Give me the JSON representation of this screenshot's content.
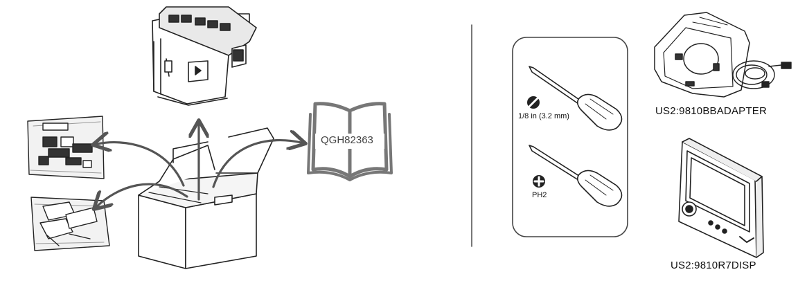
{
  "manual": {
    "code": "QGH82363"
  },
  "tools": [
    {
      "size_label": "1/8 in (3.2 mm)",
      "icon": "slotted-screwdriver-icon"
    },
    {
      "size_label": "PH2",
      "icon": "phillips-screwdriver-icon"
    }
  ],
  "accessories": [
    {
      "part_number": "US2:9810BBADAPTER",
      "icon": "backplate-adapter-icon"
    },
    {
      "part_number": "US2:9810R7DISP",
      "icon": "remote-display-icon"
    }
  ],
  "colors": {
    "line": "#222222",
    "manual": "#777777",
    "bag": "#f2f2f2"
  }
}
